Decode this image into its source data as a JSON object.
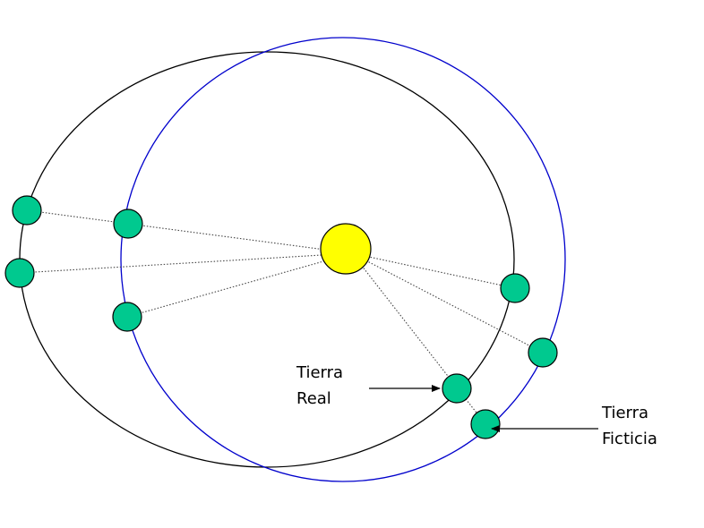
{
  "labels": {
    "real": {
      "line1": "Tierra",
      "line2": "Real"
    },
    "ficticia": {
      "line1": "Tierra",
      "line2": "Ficticia"
    }
  },
  "colors": {
    "real_orbit": "#000000",
    "fictitious_orbit": "#0000cc",
    "sun_fill": "#ffff00",
    "planet_fill": "#00c98f",
    "outline": "#000000",
    "sight_line": "#555555"
  },
  "icons": {
    "sun": "sun-circle",
    "earth": "planet-circle"
  }
}
